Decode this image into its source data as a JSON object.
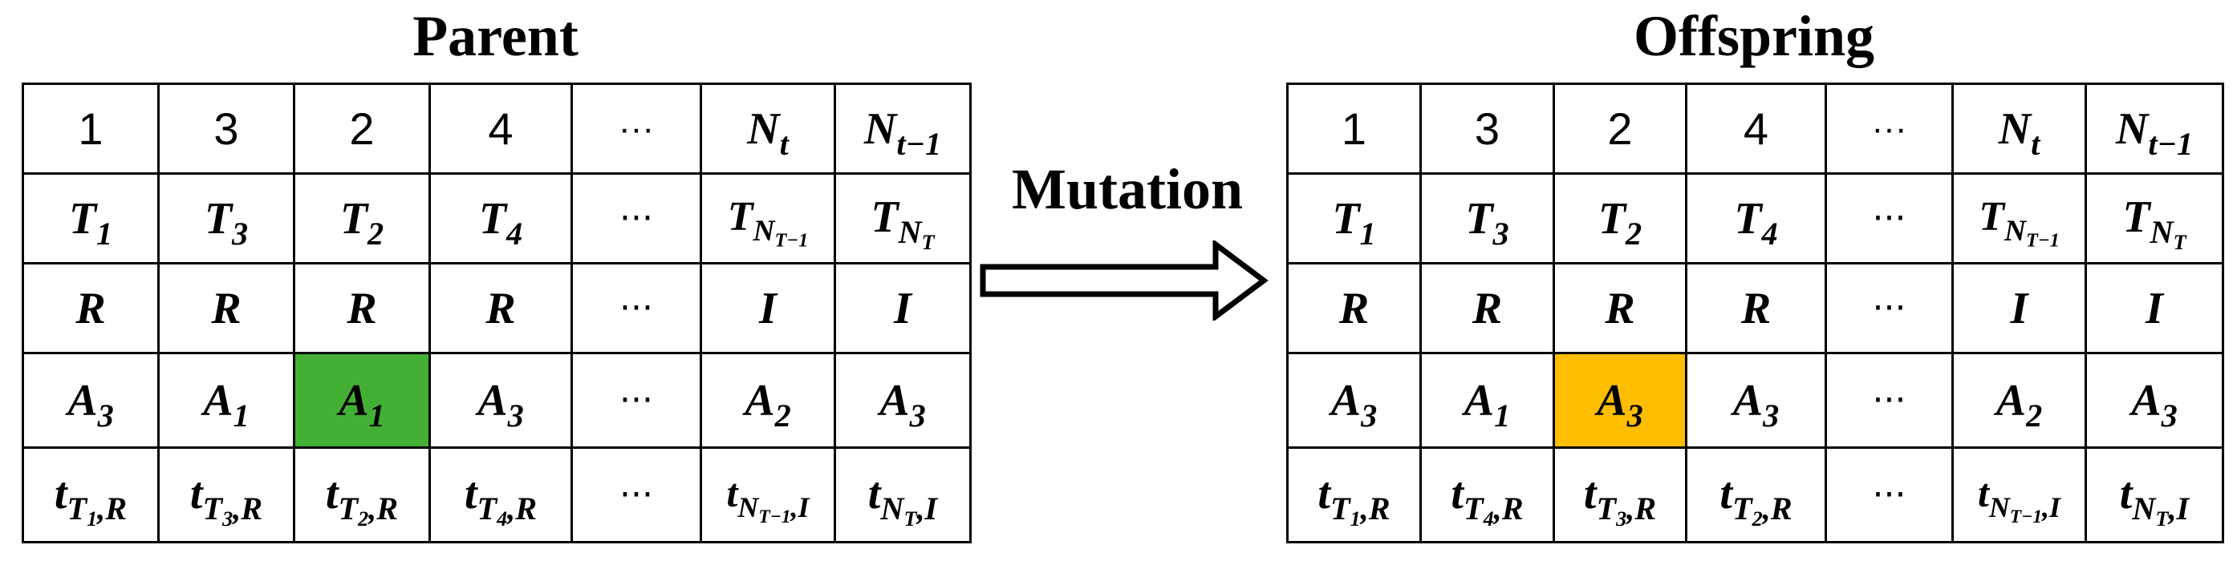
{
  "parent": {
    "title": "Parent",
    "rows": [
      [
        "1",
        "3",
        "2",
        "4",
        "···",
        "N_t",
        "N_{t−1}"
      ],
      [
        "T_1",
        "T_3",
        "T_2",
        "T_4",
        "···",
        "T_{N_{T−1}}",
        "T_{N_T}"
      ],
      [
        "R",
        "R",
        "R",
        "R",
        "···",
        "I",
        "I"
      ],
      [
        "A_3",
        "A_1",
        "A_1",
        "A_3",
        "···",
        "A_2",
        "A_3"
      ],
      [
        "t_{T_1,R}",
        "t_{T_3,R}",
        "t_{T_2,R}",
        "t_{T_4,R}",
        "···",
        "t_{N_{T−1},I}",
        "t_{N_T,I}"
      ]
    ],
    "highlight": {
      "row": 4,
      "col": 3,
      "color": "#43b035"
    }
  },
  "offspring": {
    "title": "Offspring",
    "rows": [
      [
        "1",
        "3",
        "2",
        "4",
        "···",
        "N_t",
        "N_{t−1}"
      ],
      [
        "T_1",
        "T_3",
        "T_2",
        "T_4",
        "···",
        "T_{N_{T−1}}",
        "T_{N_T}"
      ],
      [
        "R",
        "R",
        "R",
        "R",
        "···",
        "I",
        "I"
      ],
      [
        "A_3",
        "A_1",
        "A_3",
        "A_3",
        "···",
        "A_2",
        "A_3"
      ],
      [
        "t_{T_1,R}",
        "t_{T_4,R}",
        "t_{T_3,R}",
        "t_{T_2,R}",
        "···",
        "t_{N_{T−1},I}",
        "t_{N_T,I}"
      ]
    ],
    "highlight": {
      "row": 4,
      "col": 3,
      "color": "#fdbd01"
    }
  },
  "operation": {
    "label": "Mutation",
    "arrow_icon": "right-hollow-arrow-icon"
  },
  "cells": {
    "one": "1",
    "two": "2",
    "three": "3",
    "four": "4",
    "dots": "···",
    "N": "N",
    "T": "T",
    "R": "R",
    "I": "I",
    "A": "A",
    "t": "t",
    "sub_t": "t",
    "sub_tm1": "t−1",
    "sub_1": "1",
    "sub_2": "2",
    "sub_3": "3",
    "sub_4": "4",
    "sub_NTm1_N": "N",
    "sub_NTm1_tail": "T−1",
    "sub_NT_N": "N",
    "sub_NT_tail": "T",
    "comma_R": ",R",
    "comma_I": ",I"
  }
}
